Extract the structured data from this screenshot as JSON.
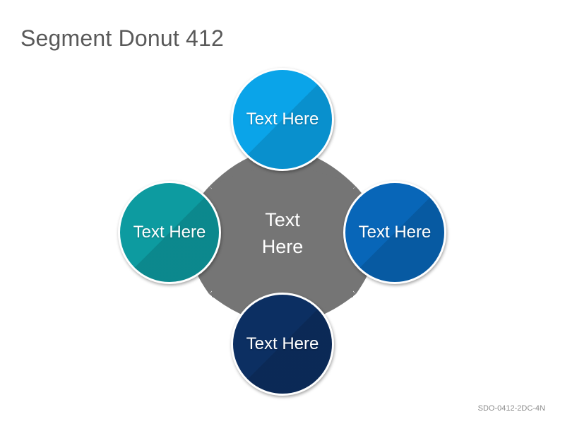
{
  "title": "Segment Donut 412",
  "center": {
    "label": "Text Here",
    "color": "#757575"
  },
  "nodes": {
    "top": {
      "label": "Text Here",
      "color": "#0aa4e9"
    },
    "right": {
      "label": "Text Here",
      "color": "#0866b8"
    },
    "bottom": {
      "label": "Text Here",
      "color": "#0c2f62"
    },
    "left": {
      "label": "Text Here",
      "color": "#0d9ba0"
    }
  },
  "footer_code": "SDO-0412-2DC-4N"
}
